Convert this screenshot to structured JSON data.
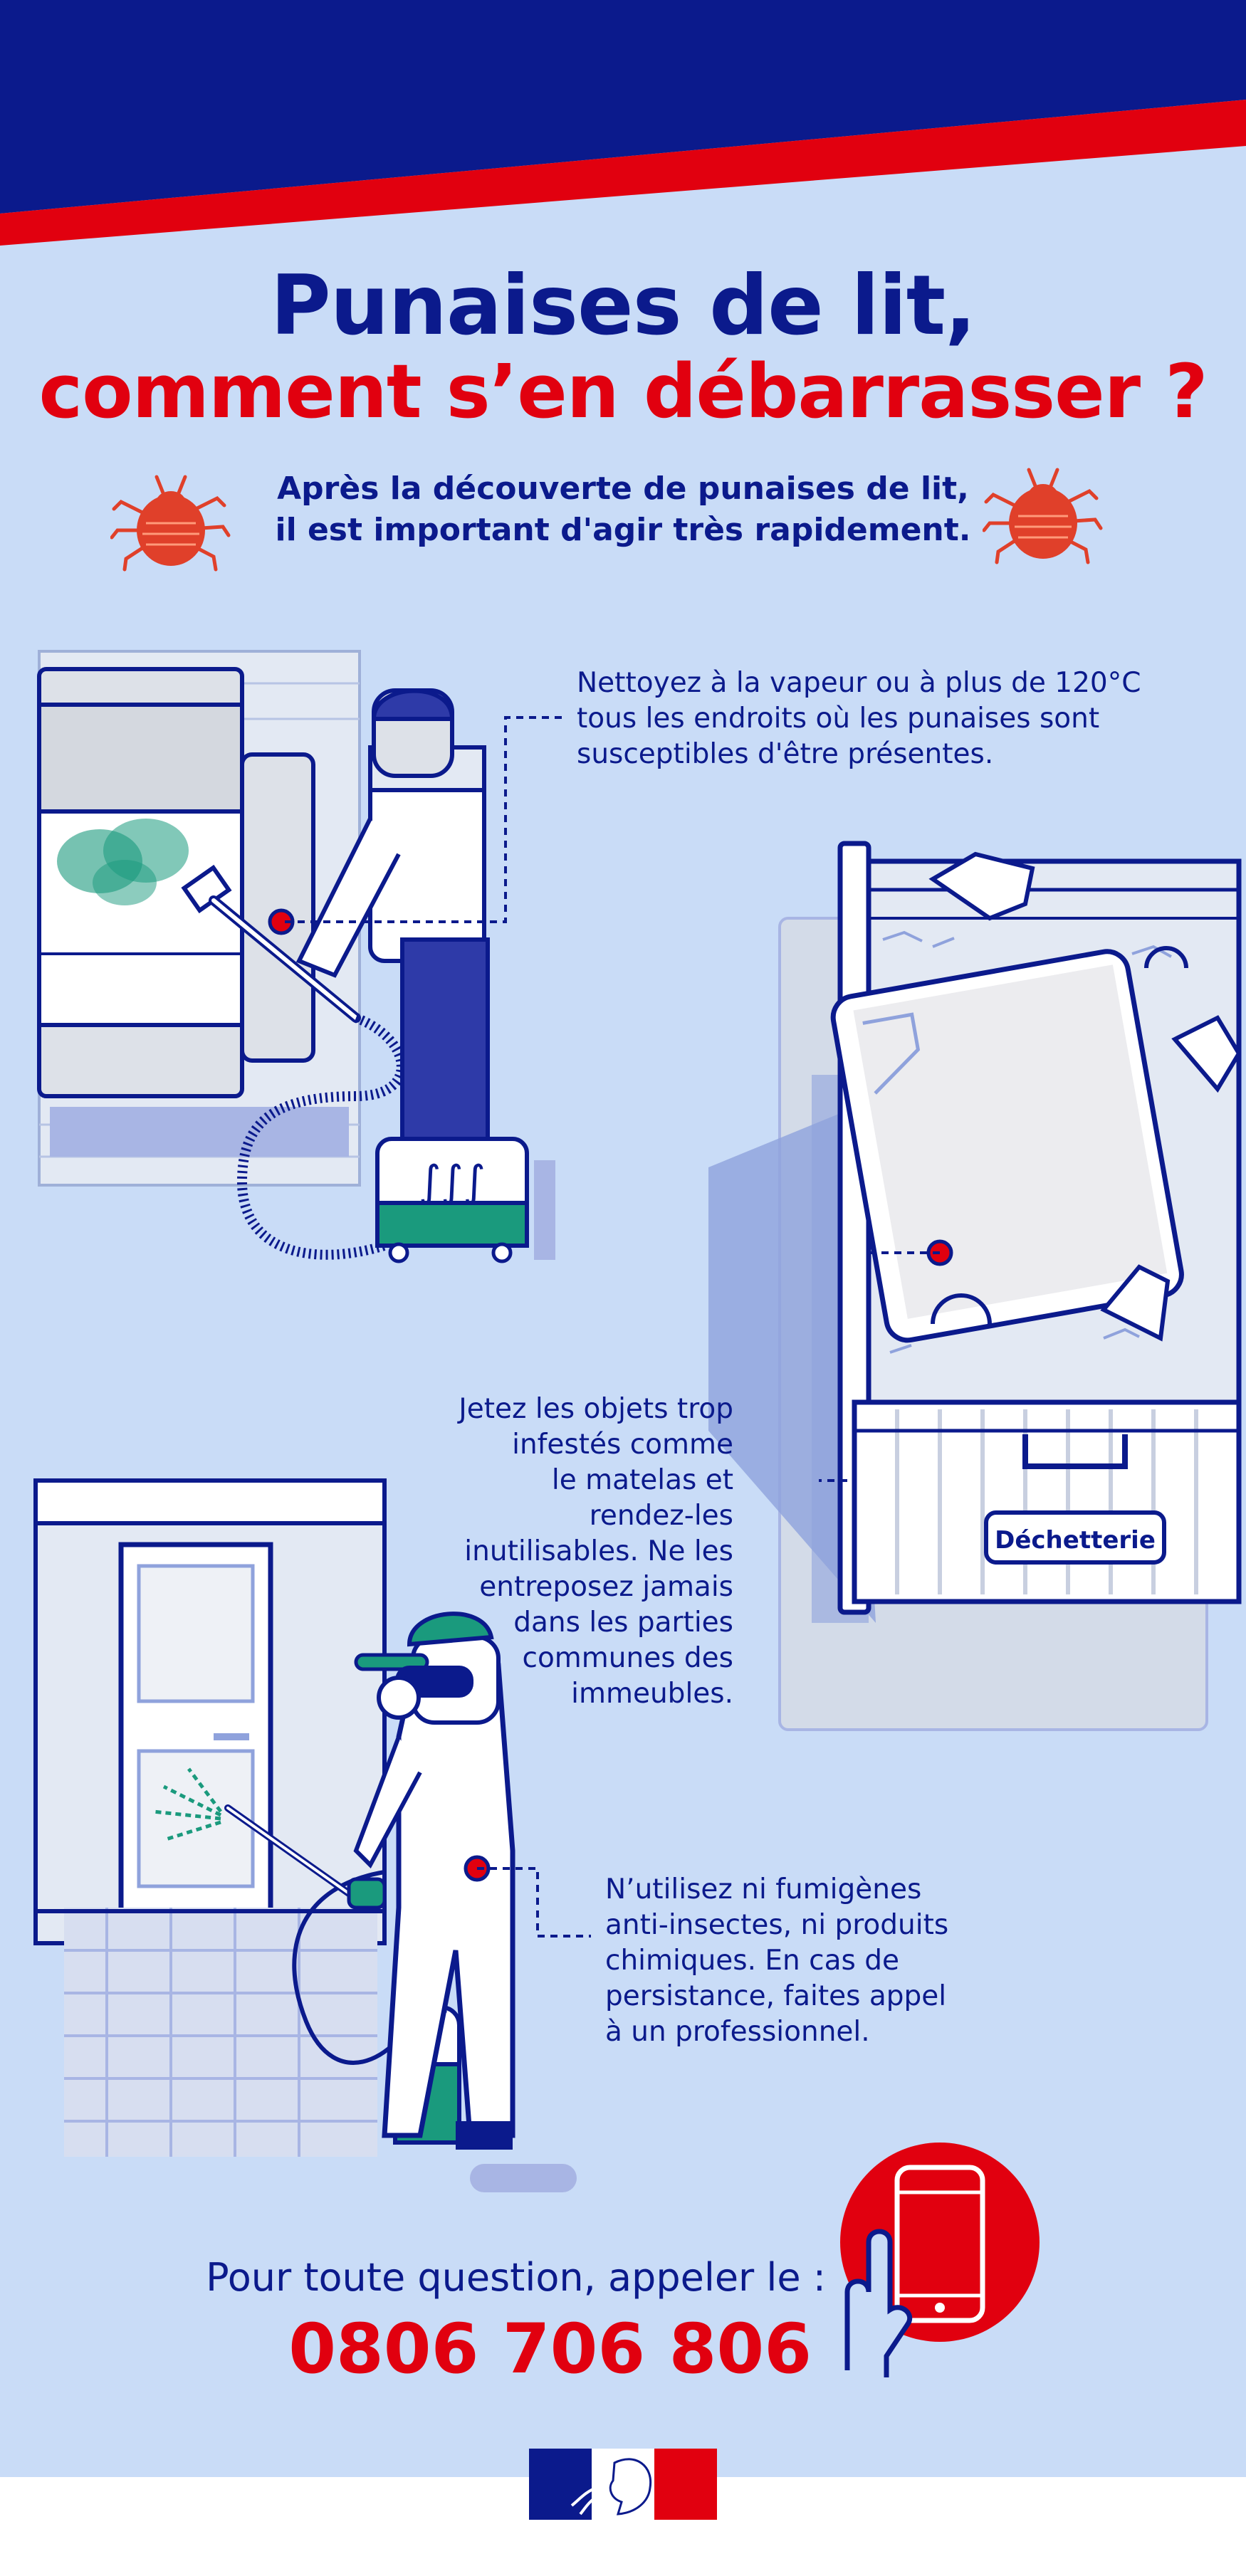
{
  "colors": {
    "navy": "#0b1a8c",
    "red": "#e1000f",
    "background": "#c9dcf7",
    "green": "#1a9a7d"
  },
  "header": {
    "title_line1": "Punaises de lit,",
    "title_line2": "comment s’en débarrasser ?"
  },
  "intro": {
    "line1": "Après la découverte de punaises de lit,",
    "line2": "il est important d'agir très rapidement."
  },
  "steps": [
    {
      "lines": [
        "Nettoyez à la vapeur ou à plus de 120°C",
        "tous les endroits où les punaises sont",
        "susceptibles d'être présentes."
      ],
      "icon": "steam-cleaner-illustration"
    },
    {
      "lines": [
        "Jetez les objets trop",
        "infestés comme",
        "le matelas et",
        "rendez-les",
        "inutilisables. Ne les",
        "entreposez jamais",
        "dans les parties",
        "communes des",
        "immeubles."
      ],
      "icon": "mattress-dumpster-illustration",
      "dumpster_label": "Déchetterie"
    },
    {
      "lines": [
        "N’utilisez ni fumigènes",
        "anti-insectes, ni produits",
        "chimiques. En cas de",
        "persistance, faites appel",
        "à un professionnel."
      ],
      "icon": "professional-sprayer-illustration"
    }
  ],
  "contact": {
    "label": "Pour toute question, appeler le :",
    "phone": "0806 706 806",
    "icon": "phone-hand-icon"
  },
  "footer": {
    "logo": "marianne-logo"
  }
}
